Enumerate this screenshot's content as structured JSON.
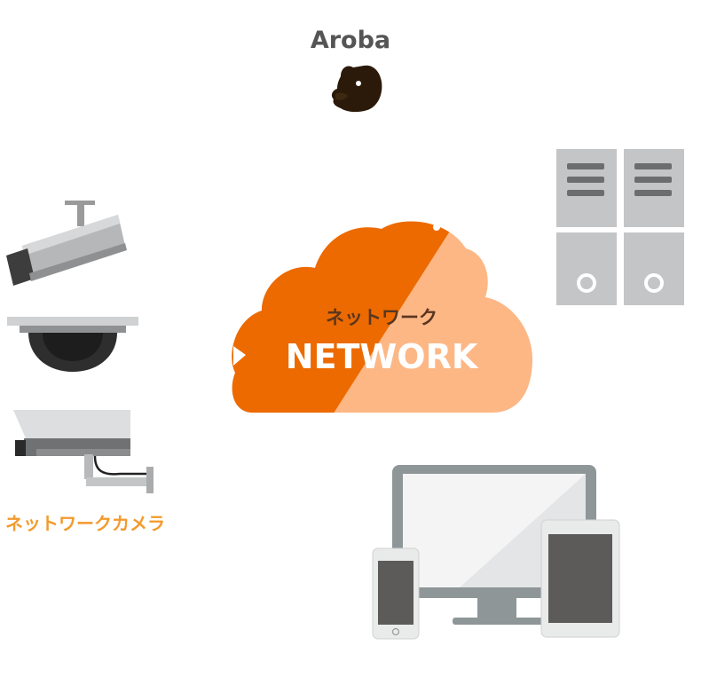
{
  "brand": {
    "name": "Aroba",
    "mascot_icon": "bear-head-icon"
  },
  "cloud": {
    "label_jp": "ネットワーク",
    "label_en": "NETWORK",
    "color_dark": "#ec6a00",
    "color_light": "#fdb785"
  },
  "cameras": {
    "caption": "ネットワークカメラ",
    "caption_color": "#f39a2c"
  },
  "devices": {
    "servers_icon": "server-rack-icon",
    "client_devices_icon": "monitor-phone-tablet-icon"
  }
}
